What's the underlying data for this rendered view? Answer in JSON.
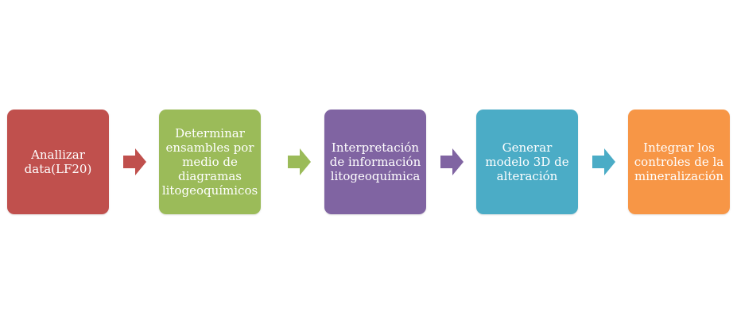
{
  "steps": [
    {
      "label": "Anallizar data(LF20)",
      "color": "#c0504d"
    },
    {
      "label": "Determinar ensambles por medio de diagramas litogeoquímicos",
      "color": "#9bbb59"
    },
    {
      "label": "Interpretación de información litogeoquímica",
      "color": "#8064a2"
    },
    {
      "label": "Generar modelo 3D de alteración",
      "color": "#4bacc6"
    },
    {
      "label": "Integrar los controles de la mineralización",
      "color": "#f79646"
    }
  ]
}
